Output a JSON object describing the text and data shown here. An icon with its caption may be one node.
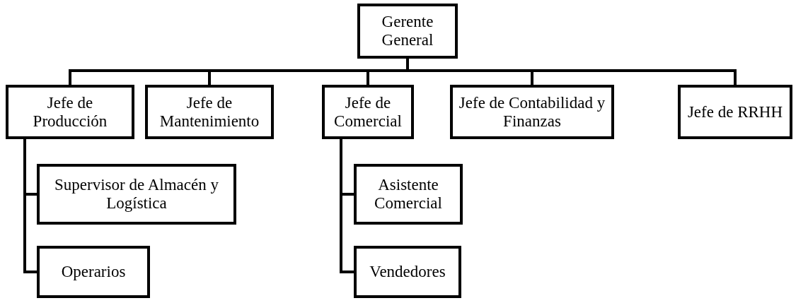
{
  "diagram": {
    "nodes": [
      {
        "text": [
          "Gerente General"
        ]
      },
      {
        "text": [
          "Jefe de Producción"
        ]
      },
      {
        "text": [
          "Jefe de Mantenimiento"
        ]
      },
      {
        "text": [
          "Jefe de Comercial"
        ]
      },
      {
        "text": [
          "Jefe de Contabilidad y Finanzas"
        ]
      },
      {
        "text": [
          "Jefe de RRHH"
        ]
      },
      {
        "text": [
          "Supervisor de Almacén y Logística"
        ]
      },
      {
        "text": [
          "Operarios"
        ]
      },
      {
        "text": [
          "Asistente Comercial"
        ]
      },
      {
        "text": [
          "Vendedores"
        ]
      }
    ],
    "edges": [
      {
        "from": 0,
        "to": 1,
        "arrow": "none"
      },
      {
        "from": 0,
        "to": 2,
        "arrow": "none"
      },
      {
        "from": 0,
        "to": 3,
        "arrow": "none"
      },
      {
        "from": 0,
        "to": 4,
        "arrow": "none"
      },
      {
        "from": 0,
        "to": 5,
        "arrow": "none"
      },
      {
        "from": 1,
        "to": 6,
        "arrow": "none"
      },
      {
        "from": 1,
        "to": 7,
        "arrow": "none"
      },
      {
        "from": 3,
        "to": 8,
        "arrow": "none"
      },
      {
        "from": 3,
        "to": 9,
        "arrow": "none"
      }
    ]
  }
}
